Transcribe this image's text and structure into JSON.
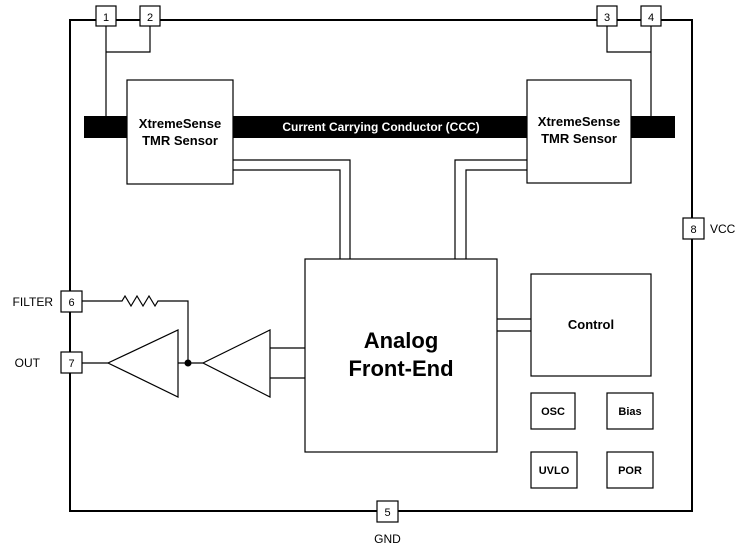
{
  "pins": {
    "p1": "1",
    "p2": "2",
    "p3": "3",
    "p4": "4",
    "p5": "5",
    "p6": "6",
    "p7": "7",
    "p8": "8"
  },
  "pin_labels": {
    "vcc": "VCC",
    "filter": "FILTER",
    "out": "OUT",
    "gnd": "GND"
  },
  "sensors": {
    "left": {
      "line1": "XtremeSense",
      "line2": "TMR Sensor"
    },
    "right": {
      "line1": "XtremeSense",
      "line2": "TMR Sensor"
    }
  },
  "conductor": "Current Carrying Conductor (CCC)",
  "afe": {
    "line1": "Analog",
    "line2": "Front-End"
  },
  "blocks": {
    "control": "Control",
    "osc": "OSC",
    "bias": "Bias",
    "uvlo": "UVLO",
    "por": "POR"
  }
}
